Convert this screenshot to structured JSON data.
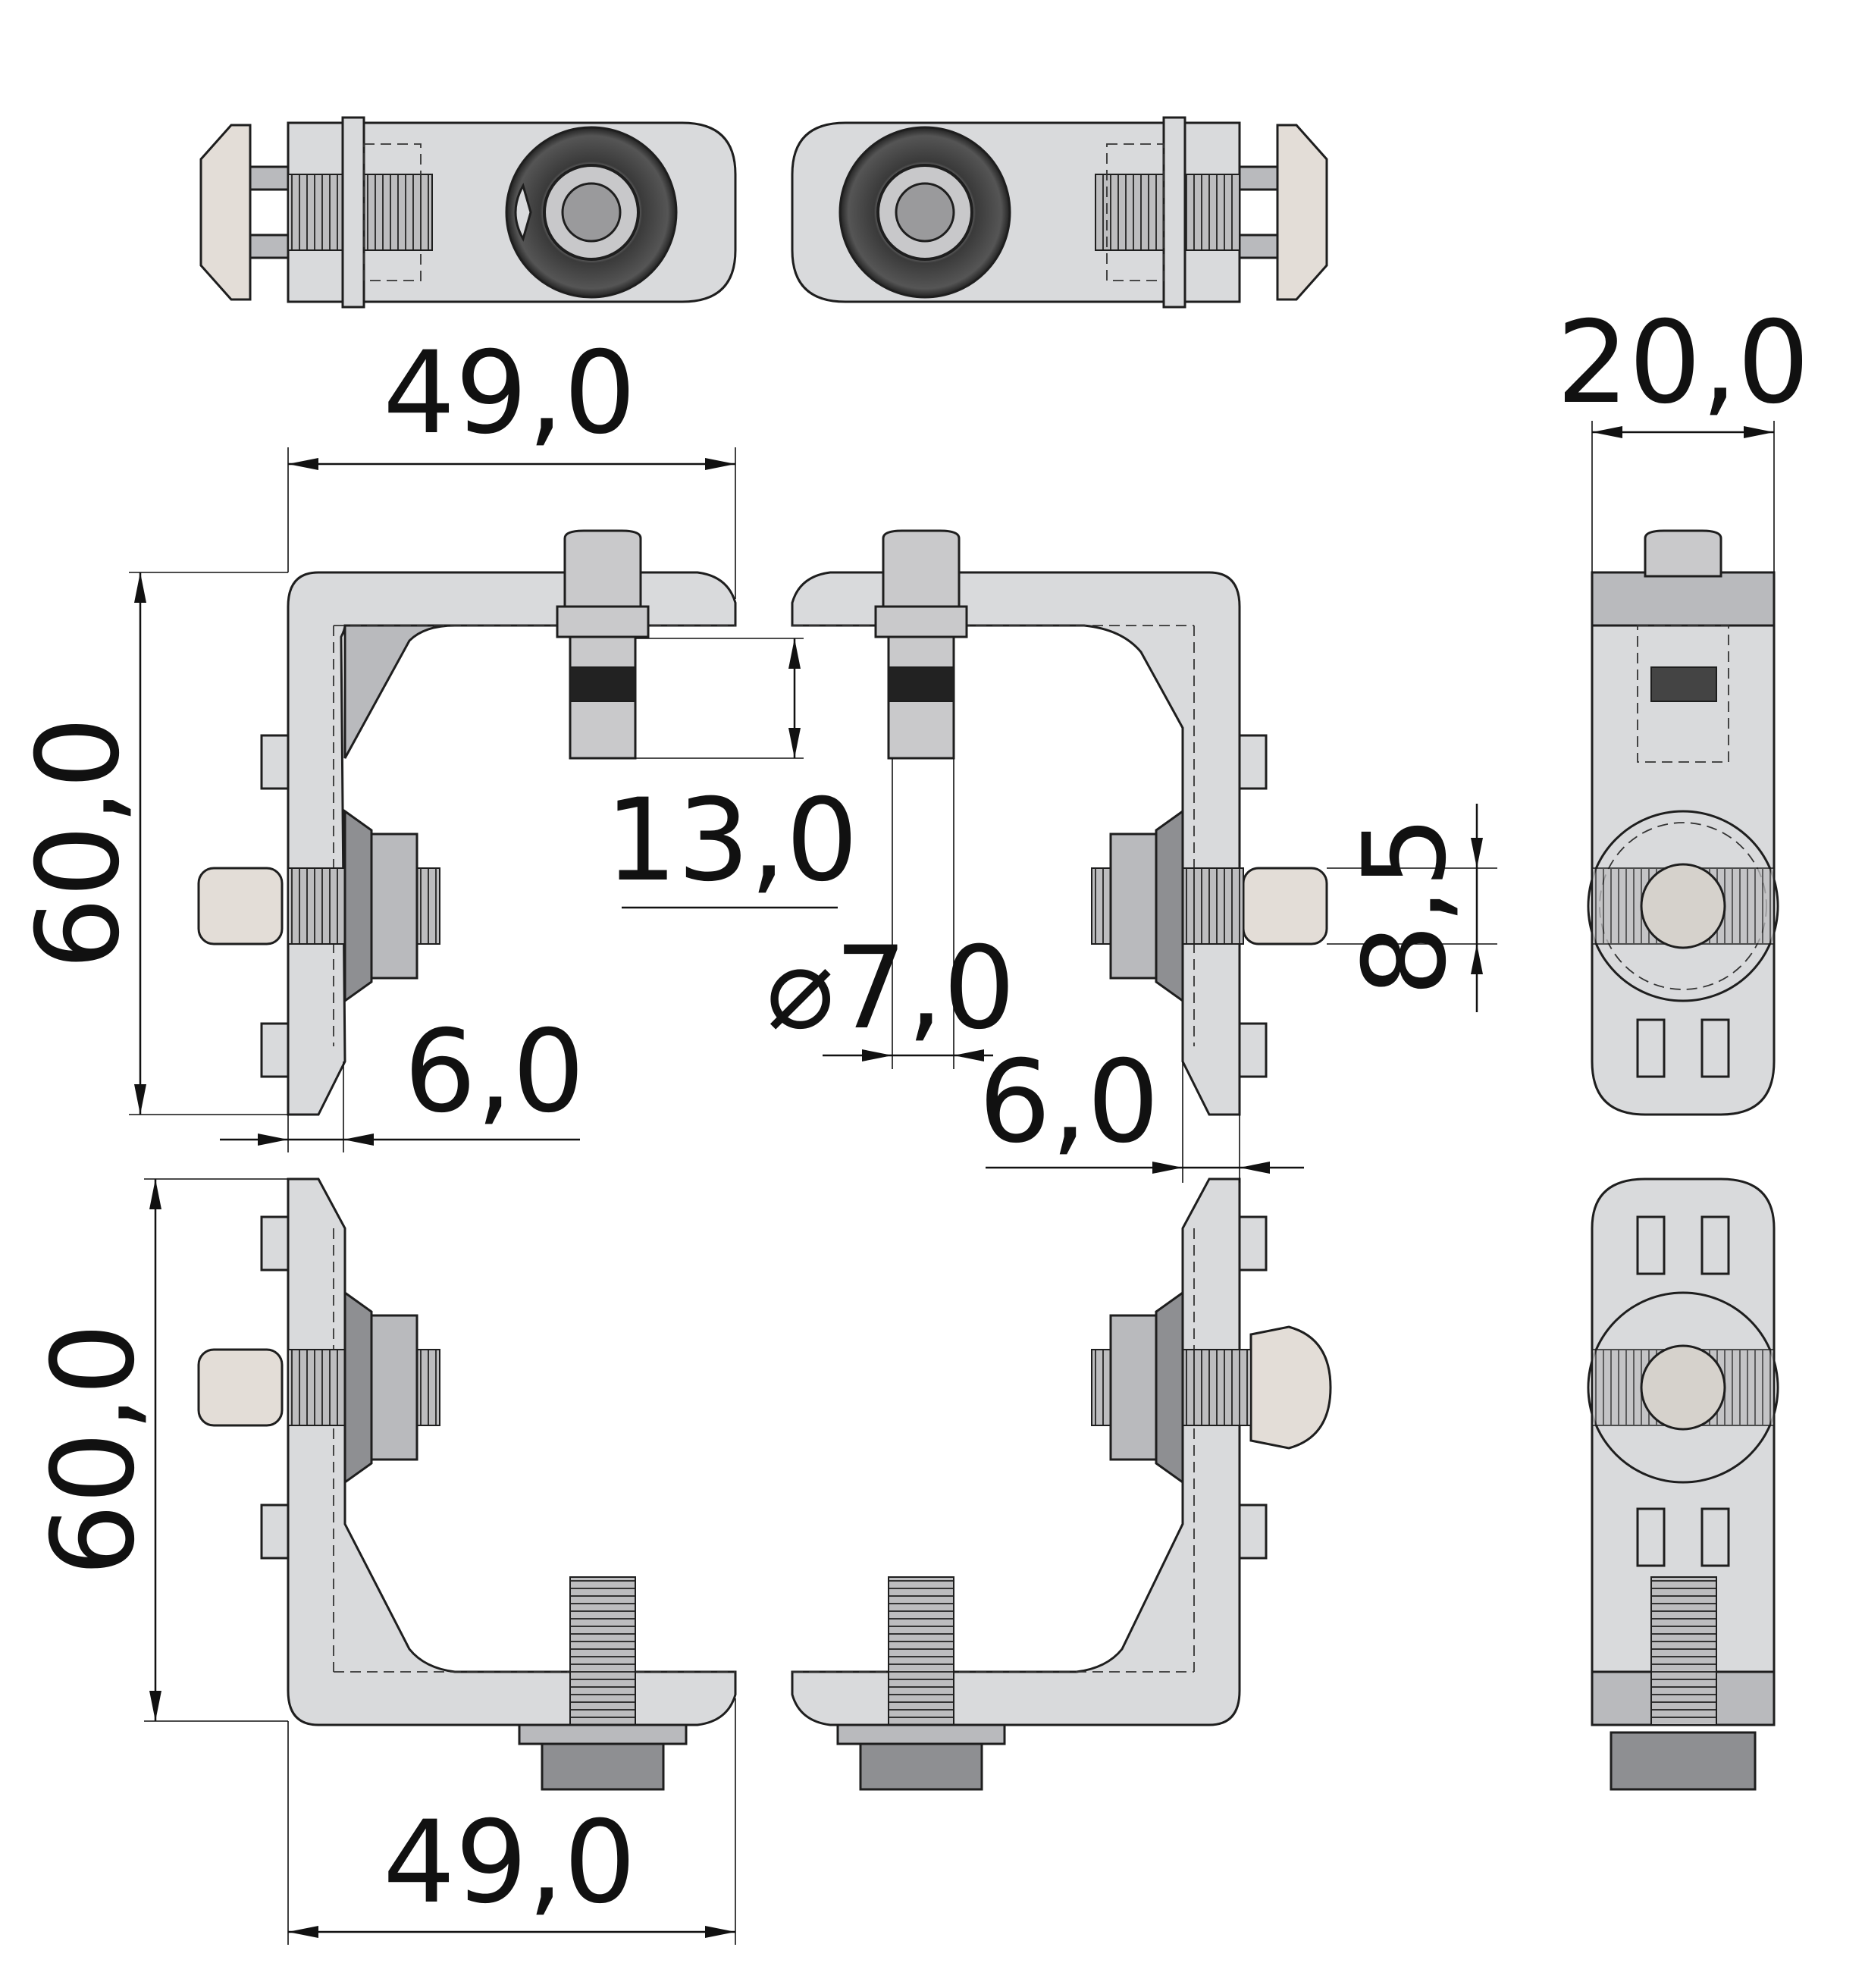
{
  "dimensions": {
    "top_width": "49,0",
    "bottom_width": "49,0",
    "side_width": "20,0",
    "left_height_upper": "60,0",
    "left_height_lower": "60,0",
    "pin_length": "13,0",
    "pin_diameter": "⌀7,0",
    "left_thickness": "6,0",
    "right_thickness": "6,0",
    "bolt_offset": "8,5"
  },
  "colors": {
    "part": "#d9dadc",
    "part_shadow": "#b9babd",
    "nut": "#8e8f92",
    "cap": "#e3ddd7",
    "line": "#1e1e1e"
  }
}
